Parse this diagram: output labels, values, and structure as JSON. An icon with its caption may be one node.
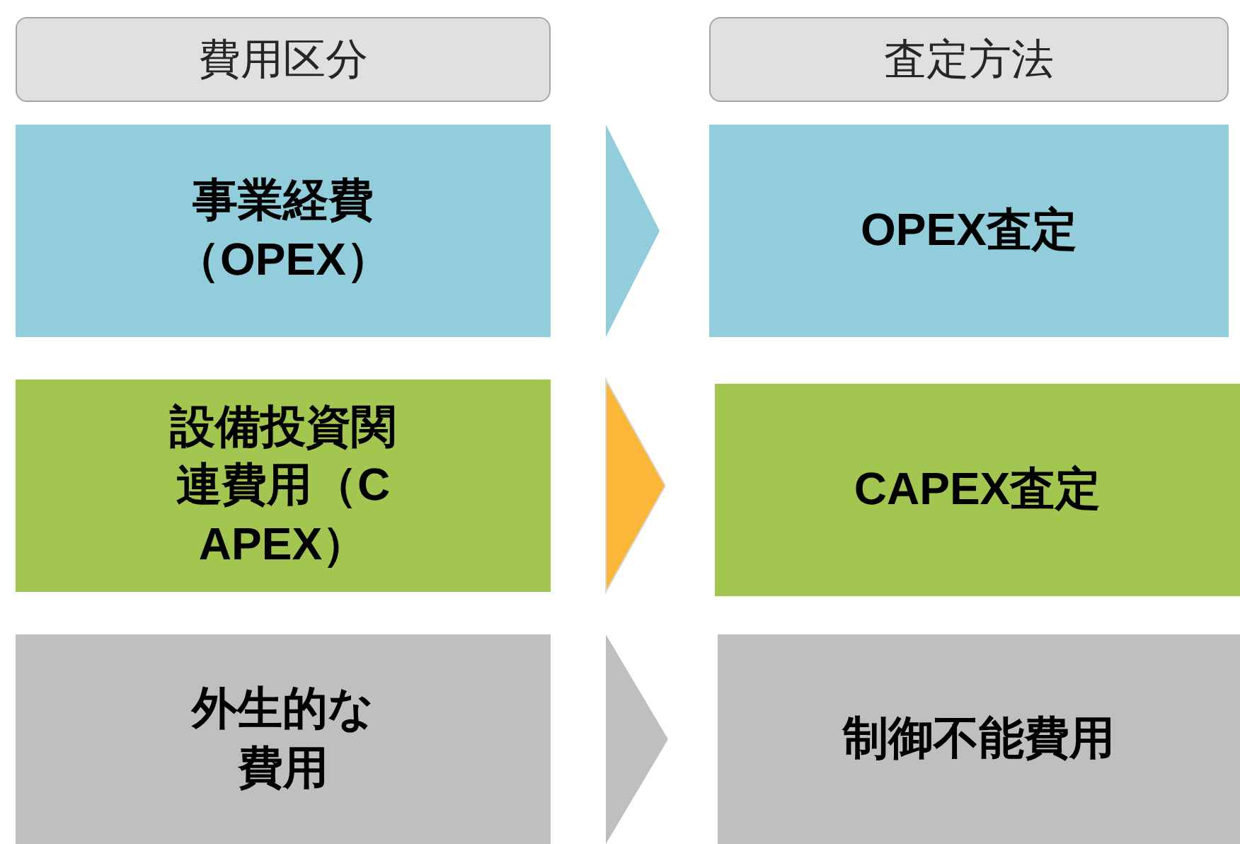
{
  "diagram": {
    "nodes": [
      {
        "text": [
          "費用区分"
        ]
      },
      {
        "text": [
          "査定方法"
        ]
      },
      {
        "text": [
          "事業経費（OPEX）"
        ]
      },
      {
        "text": [
          "OPEX査定"
        ]
      },
      {
        "text": [
          "設備投資関連費用（CAPEX）"
        ]
      },
      {
        "text": [
          "CAPEX査定"
        ]
      },
      {
        "text": [
          "外生的な費用"
        ]
      },
      {
        "text": [
          "制御不能費用"
        ]
      }
    ],
    "edges": [
      {
        "from": 2,
        "to": 3,
        "arrow": "to",
        "color": "#92cddc"
      },
      {
        "from": 4,
        "to": 5,
        "arrow": "to",
        "color": "#fbb73a"
      },
      {
        "from": 6,
        "to": 7,
        "arrow": "to",
        "color": "#bfbfbf"
      }
    ]
  }
}
